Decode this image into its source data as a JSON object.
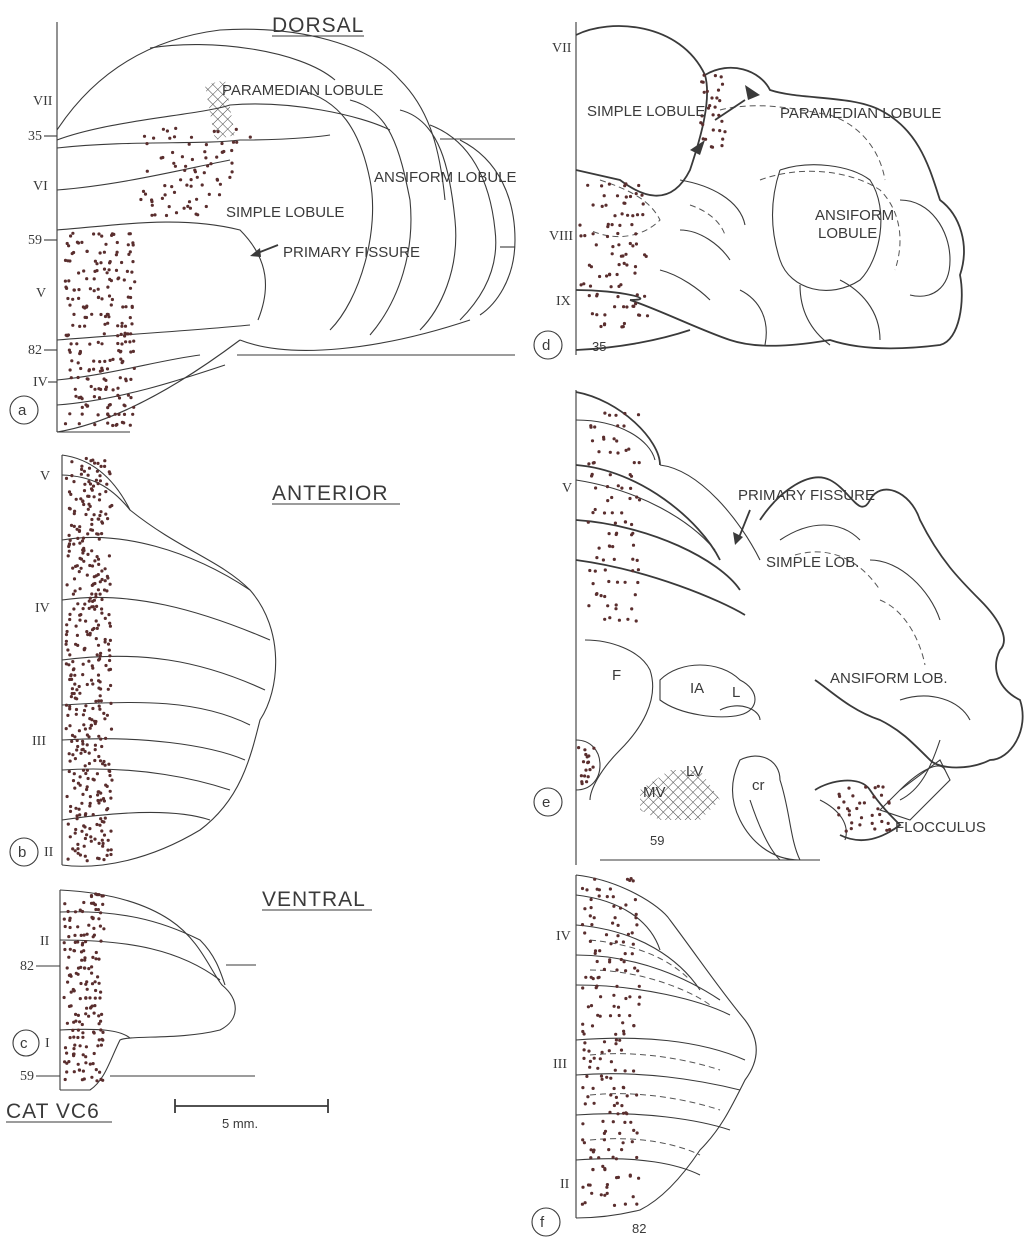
{
  "panel_a": {
    "heading": "DORSAL",
    "lobule_labels": [
      "PARAMEDIAN LOBULE",
      "ANSIFORM LOBULE",
      "SIMPLE LOBULE",
      "PRIMARY FISSURE"
    ],
    "level_labels": [
      "VII",
      "35",
      "VI",
      "59",
      "V",
      "82",
      "IV"
    ],
    "panel_letter": "a"
  },
  "panel_b": {
    "heading": "ANTERIOR",
    "level_labels": [
      "V",
      "IV",
      "III",
      "II"
    ],
    "panel_letter": "b"
  },
  "panel_c": {
    "heading": "VENTRAL",
    "level_labels": [
      "II",
      "82",
      "I",
      "59"
    ],
    "panel_letter": "c",
    "specimen_label": "CAT  VC6",
    "scale_label": "5 mm."
  },
  "panel_d": {
    "level_labels": [
      "VII",
      "VIII",
      "IX"
    ],
    "lobule_labels": [
      "SIMPLE LOBULE",
      "PARAMEDIAN LOBULE",
      "ANSIFORM",
      "LOBULE"
    ],
    "section_number": "35",
    "panel_letter": "d"
  },
  "panel_e": {
    "level_labels": [
      "V"
    ],
    "lobule_labels": [
      "PRIMARY FISSURE",
      "SIMPLE LOB.",
      "ANSIFORM  LOB.",
      "FLOCCULUS"
    ],
    "nucleus_labels": [
      "F",
      "IA",
      "L",
      "LV",
      "MV",
      "cr"
    ],
    "section_number": "59",
    "panel_letter": "e"
  },
  "panel_f": {
    "level_labels": [
      "IV",
      "III",
      "II"
    ],
    "section_number": "82",
    "panel_letter": "f"
  }
}
